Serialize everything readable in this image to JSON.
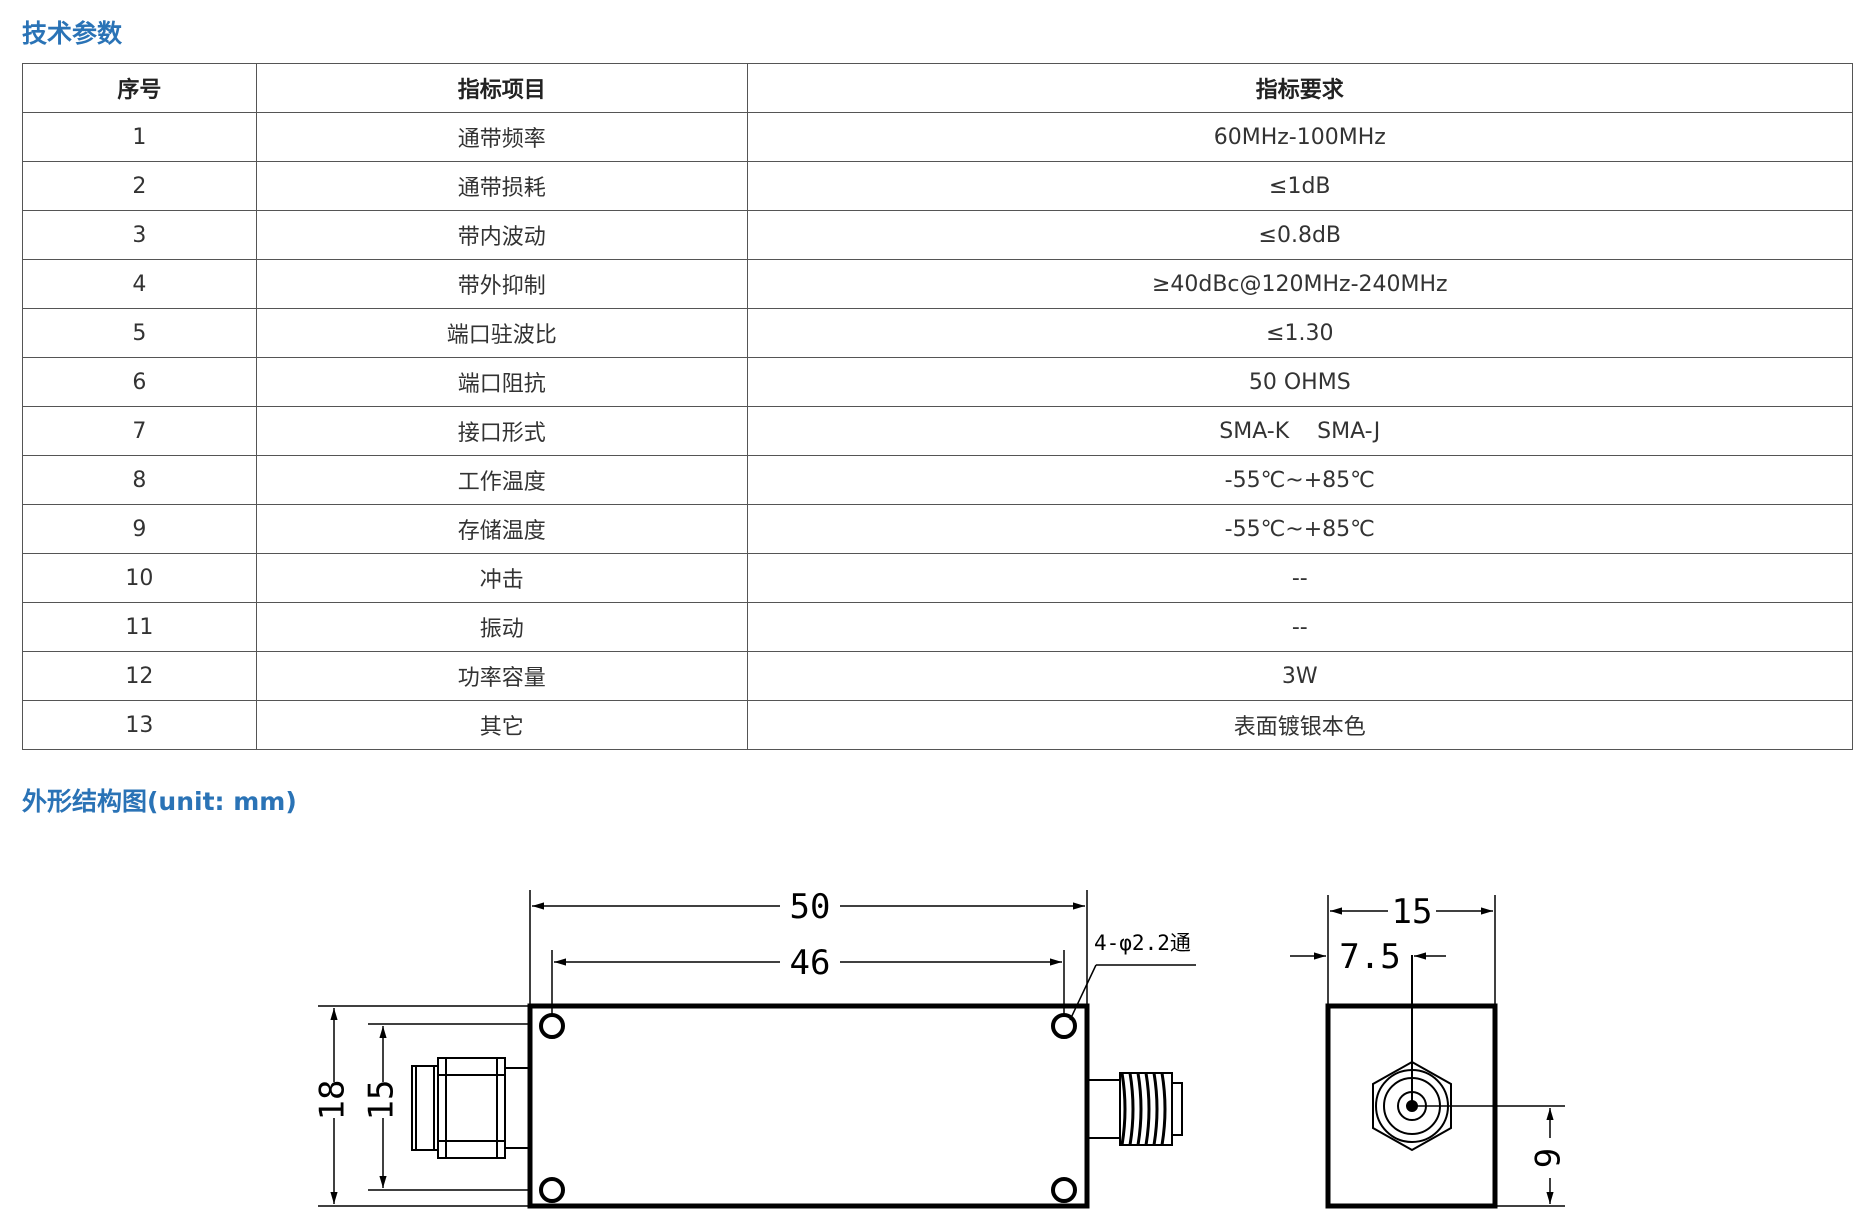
{
  "section_titles": {
    "params": "技术参数",
    "drawing": "外形结构图(unit: mm)"
  },
  "table": {
    "headers": [
      "序号",
      "指标项目",
      "指标要求"
    ],
    "rows": [
      [
        "1",
        "通带频率",
        "60MHz-100MHz"
      ],
      [
        "2",
        "通带损耗",
        "≤1dB"
      ],
      [
        "3",
        "带内波动",
        "≤0.8dB"
      ],
      [
        "4",
        "带外抑制",
        "≥40dBc@120MHz-240MHz"
      ],
      [
        "5",
        "端口驻波比",
        "≤1.30"
      ],
      [
        "6",
        "端口阻抗",
        "50 OHMS"
      ],
      [
        "7",
        "接口形式",
        "SMA-K    SMA-J"
      ],
      [
        "8",
        "工作温度",
        "-55℃~+85℃"
      ],
      [
        "9",
        "存储温度",
        "-55℃~+85℃"
      ],
      [
        "10",
        "冲击",
        "--"
      ],
      [
        "11",
        "振动",
        "--"
      ],
      [
        "12",
        "功率容量",
        "3W"
      ],
      [
        "13",
        "其它",
        "表面镀银本色"
      ]
    ]
  },
  "drawing": {
    "dim_50": "50",
    "dim_46": "46",
    "hole_note": "4-φ2.2通",
    "dim_18": "18",
    "dim_15_height": "15",
    "dim_15_width": "15",
    "dim_7_5": "7.5",
    "dim_9": "9"
  }
}
